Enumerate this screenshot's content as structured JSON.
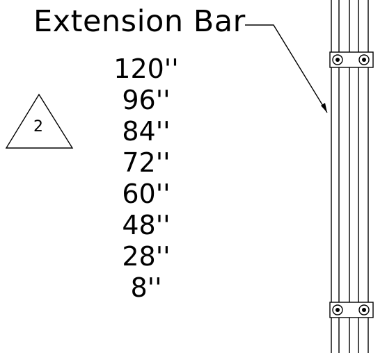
{
  "title": "Extension Bar",
  "lengths": [
    "120''",
    "96''",
    "84''",
    "72''",
    "60''",
    "48''",
    "28''",
    "8''"
  ],
  "callout": {
    "number": "2"
  }
}
